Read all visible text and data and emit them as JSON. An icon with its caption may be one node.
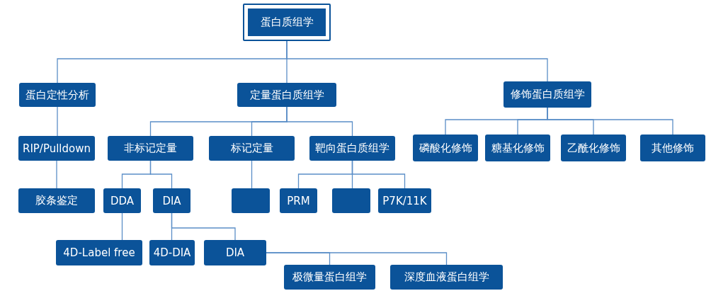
{
  "diagram": {
    "nodes": [
      {
        "text": [
          "蛋白质组学"
        ]
      },
      {
        "text": [
          "蛋白定性分析"
        ]
      },
      {
        "text": [
          "定量蛋白质组学"
        ]
      },
      {
        "text": [
          "修饰蛋白质组学"
        ]
      },
      {
        "text": [
          "RIP/Pulldown"
        ]
      },
      {
        "text": [
          "非标记定量"
        ]
      },
      {
        "text": [
          "标记定量"
        ]
      },
      {
        "text": [
          "靶向蛋白质组学"
        ]
      },
      {
        "text": [
          "磷酸化修饰"
        ]
      },
      {
        "text": [
          "糖基化修饰"
        ]
      },
      {
        "text": [
          "乙酰化修饰"
        ]
      },
      {
        "text": [
          "其他修饰"
        ]
      },
      {
        "text": [
          "胶条鉴定"
        ]
      },
      {
        "text": [
          "DDA"
        ]
      },
      {
        "text": [
          "DIA"
        ]
      },
      {
        "text": [],
        "shape": "box"
      },
      {
        "text": [
          "PRM"
        ]
      },
      {
        "text": [],
        "shape": "box"
      },
      {
        "text": [
          "P7K/11K"
        ]
      },
      {
        "text": [
          "4D-Label free"
        ]
      },
      {
        "text": [
          "4D-DIA"
        ]
      },
      {
        "text": [
          "DIA"
        ]
      },
      {
        "text": [
          "极微量蛋白组学"
        ]
      },
      {
        "text": [
          "深度血液蛋白组学"
        ]
      }
    ],
    "edges": [
      {
        "from": 0,
        "to": 1,
        "arrow": "none"
      },
      {
        "from": 0,
        "to": 2,
        "arrow": "none"
      },
      {
        "from": 0,
        "to": 3,
        "arrow": "none"
      },
      {
        "from": 1,
        "to": 4,
        "arrow": "none"
      },
      {
        "from": 4,
        "to": 12,
        "arrow": "none"
      },
      {
        "from": 2,
        "to": 5,
        "arrow": "none"
      },
      {
        "from": 2,
        "to": 6,
        "arrow": "none"
      },
      {
        "from": 2,
        "to": 7,
        "arrow": "none"
      },
      {
        "from": 3,
        "to": 8,
        "arrow": "none"
      },
      {
        "from": 3,
        "to": 9,
        "arrow": "none"
      },
      {
        "from": 3,
        "to": 10,
        "arrow": "none"
      },
      {
        "from": 3,
        "to": 11,
        "arrow": "none"
      },
      {
        "from": 5,
        "to": 13,
        "arrow": "none"
      },
      {
        "from": 5,
        "to": 14,
        "arrow": "none"
      },
      {
        "from": 13,
        "to": 19,
        "arrow": "none"
      },
      {
        "from": 14,
        "to": 20,
        "arrow": "none"
      },
      {
        "from": 14,
        "to": 21,
        "arrow": "none"
      },
      {
        "from": 6,
        "to": 15,
        "arrow": "none"
      },
      {
        "from": 7,
        "to": 16,
        "arrow": "none"
      },
      {
        "from": 7,
        "to": 17,
        "arrow": "none"
      },
      {
        "from": 7,
        "to": 18,
        "arrow": "none"
      },
      {
        "from": 21,
        "to": 22,
        "arrow": "none"
      },
      {
        "from": 21,
        "to": 23,
        "arrow": "none"
      }
    ]
  }
}
